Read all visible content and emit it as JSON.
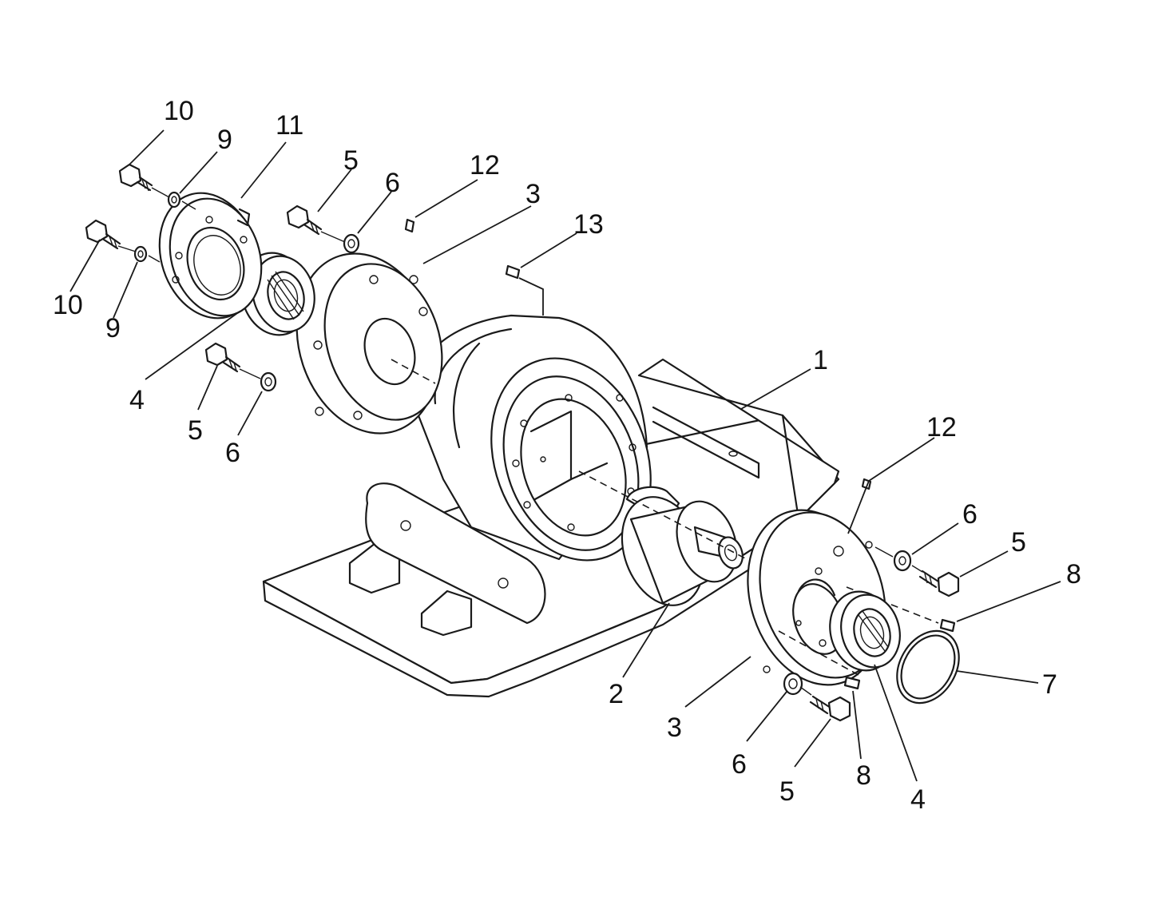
{
  "labels": [
    {
      "id": "l10a",
      "text": "10"
    },
    {
      "id": "l9a",
      "text": "9"
    },
    {
      "id": "l11",
      "text": "11"
    },
    {
      "id": "l5a",
      "text": "5"
    },
    {
      "id": "l6a",
      "text": "6"
    },
    {
      "id": "l12a",
      "text": "12"
    },
    {
      "id": "l3a",
      "text": "3"
    },
    {
      "id": "l13",
      "text": "13"
    },
    {
      "id": "l10b",
      "text": "10"
    },
    {
      "id": "l9b",
      "text": "9"
    },
    {
      "id": "l4a",
      "text": "4"
    },
    {
      "id": "l5b",
      "text": "5"
    },
    {
      "id": "l6b",
      "text": "6"
    },
    {
      "id": "l1",
      "text": "1"
    },
    {
      "id": "l12b",
      "text": "12"
    },
    {
      "id": "l6c",
      "text": "6"
    },
    {
      "id": "l5c",
      "text": "5"
    },
    {
      "id": "l8a",
      "text": "8"
    },
    {
      "id": "l7",
      "text": "7"
    },
    {
      "id": "l2",
      "text": "2"
    },
    {
      "id": "l3b",
      "text": "3"
    },
    {
      "id": "l6d",
      "text": "6"
    },
    {
      "id": "l5d",
      "text": "5"
    },
    {
      "id": "l8b",
      "text": "8"
    },
    {
      "id": "l4b",
      "text": "4"
    }
  ]
}
